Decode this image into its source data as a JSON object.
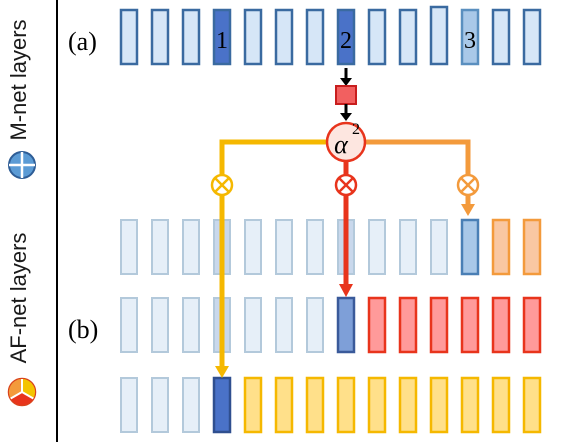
{
  "side_labels": {
    "mnet": "M-net layers",
    "afnet": "AF-net layers"
  },
  "panel_labels": {
    "a": "(a)",
    "b": "(b)"
  },
  "layer_numbers": [
    "1",
    "2",
    "3"
  ],
  "alpha": {
    "base": "α",
    "exp": "2"
  },
  "colors": {
    "blue_fill": "#d6e6f7",
    "blue_stroke": "#3a6aa0",
    "blue_dark": "#4a72c8",
    "blue_mid": "#a9c8e8",
    "yellow": "#f5b800",
    "yellow_fill": "#ffe08a",
    "red": "#e8341c",
    "red_fill": "#ff9a9a",
    "orange": "#f39a3c",
    "orange_fill": "#f9c7a2",
    "pale_blue_fill": "#e6eff8",
    "pale_blue_stroke": "#b3c9db"
  },
  "icons": [
    "plus-circle-icon",
    "three-way-split-icon",
    "multiply-circle-icon",
    "alpha-squared-node"
  ]
}
